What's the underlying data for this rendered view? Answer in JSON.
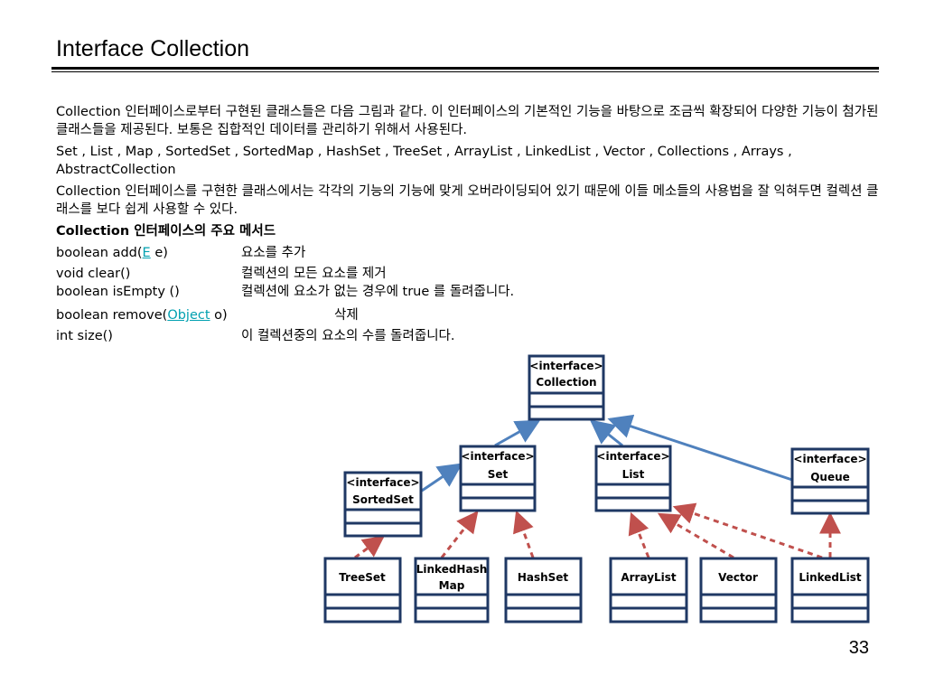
{
  "slide": {
    "title": "Interface Collection",
    "page_number": "33"
  },
  "paragraphs": [
    "Collection 인터페이스로부터 구현된 클래스들은 다음 그림과 같다.  이 인터페이스의 기본적인 기능을 바탕으로 조금씩 확장되어 다양한 기능이 첨가된 클래스들을 제공된다. 보통은 집합적인 데이터를 관리하기 위해서 사용된다.",
    "Set , List , Map , SortedSet , SortedMap , HashSet , TreeSet , ArrayList , LinkedList , Vector , Collections , Arrays , AbstractCollection",
    "Collection 인터페이스를 구현한 클래스에서는 각각의 기능의 기능에 맞게 오버라이딩되어 있기 때문에 이들 메소들의 사용법을 잘 익혀두면 컬렉션 클래스를 보다 쉽게 사용할 수 있다."
  ],
  "methods_heading": "Collection 인터페이스의 주요 메서드",
  "methods": {
    "add": {
      "pre": "boolean add(",
      "link": "E",
      "post": " e)",
      "desc": "요소를 추가"
    },
    "clear": {
      "sig": "void clear()",
      "desc": "컬렉션의 모든 요소를 제거"
    },
    "isEmpty": {
      "sig": "boolean isEmpty ()",
      "desc": "컬렉션에 요소가 없는 경우에 true 를 돌려줍니다."
    },
    "remove": {
      "pre": "boolean remove(",
      "link": "Object",
      "post": " o)",
      "desc": "삭제"
    },
    "size": {
      "sig": "int size()",
      "desc": "이 컬렉션중의 요소의 수를 돌려줍니다."
    }
  },
  "diagram": {
    "colors": {
      "box_border": "#1f3864",
      "solid_arrow": "#4f81bd",
      "dashed_arrow": "#c0504d"
    },
    "collection": {
      "stereotype": "<interface>",
      "name": "Collection"
    },
    "set": {
      "stereotype": "<interface>",
      "name": "Set"
    },
    "list": {
      "stereotype": "<interface>",
      "name": "List"
    },
    "queue": {
      "stereotype": "<interface>",
      "name": "Queue"
    },
    "sortedset": {
      "stereotype": "<interface>",
      "name": "SortedSet"
    },
    "treeset": {
      "name": "TreeSet"
    },
    "linkedhashmap": {
      "name_line1": "LinkedHash",
      "name_line2": "Map"
    },
    "hashset": {
      "name": "HashSet"
    },
    "arraylist": {
      "name": "ArrayList"
    },
    "vector": {
      "name": "Vector"
    },
    "linkedlist": {
      "name": "LinkedList"
    }
  }
}
